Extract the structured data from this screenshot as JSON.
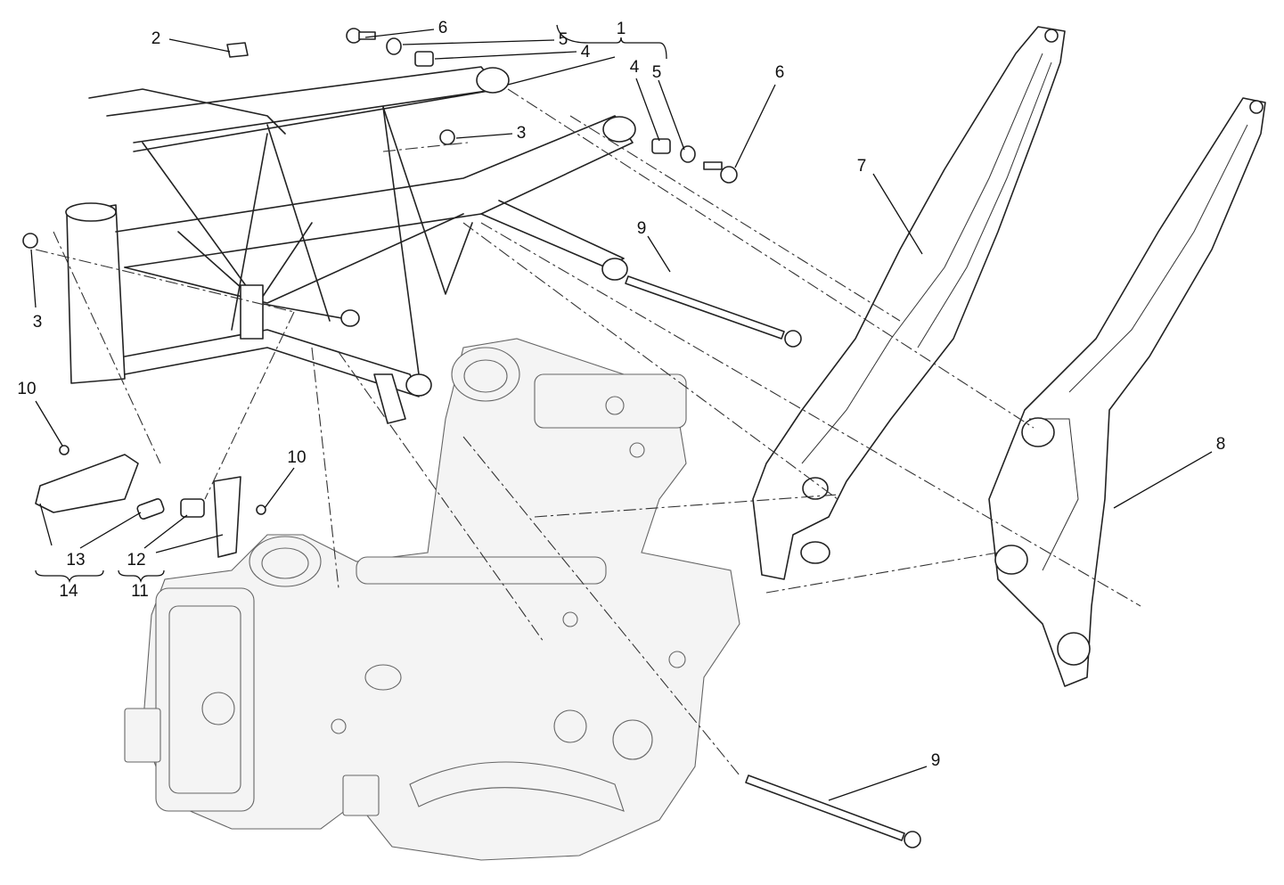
{
  "diagram": {
    "type": "exploded parts diagram",
    "callouts": {
      "c1": "1",
      "c2": "2",
      "c3a": "3",
      "c3b": "3",
      "c4a": "4",
      "c4b": "4",
      "c5a": "5",
      "c5b": "5",
      "c6a": "6",
      "c6b": "6",
      "c7": "7",
      "c8": "8",
      "c9a": "9",
      "c9b": "9",
      "c10a": "10",
      "c10b": "10",
      "c11": "11",
      "c12": "12",
      "c13": "13",
      "c14": "14"
    }
  }
}
